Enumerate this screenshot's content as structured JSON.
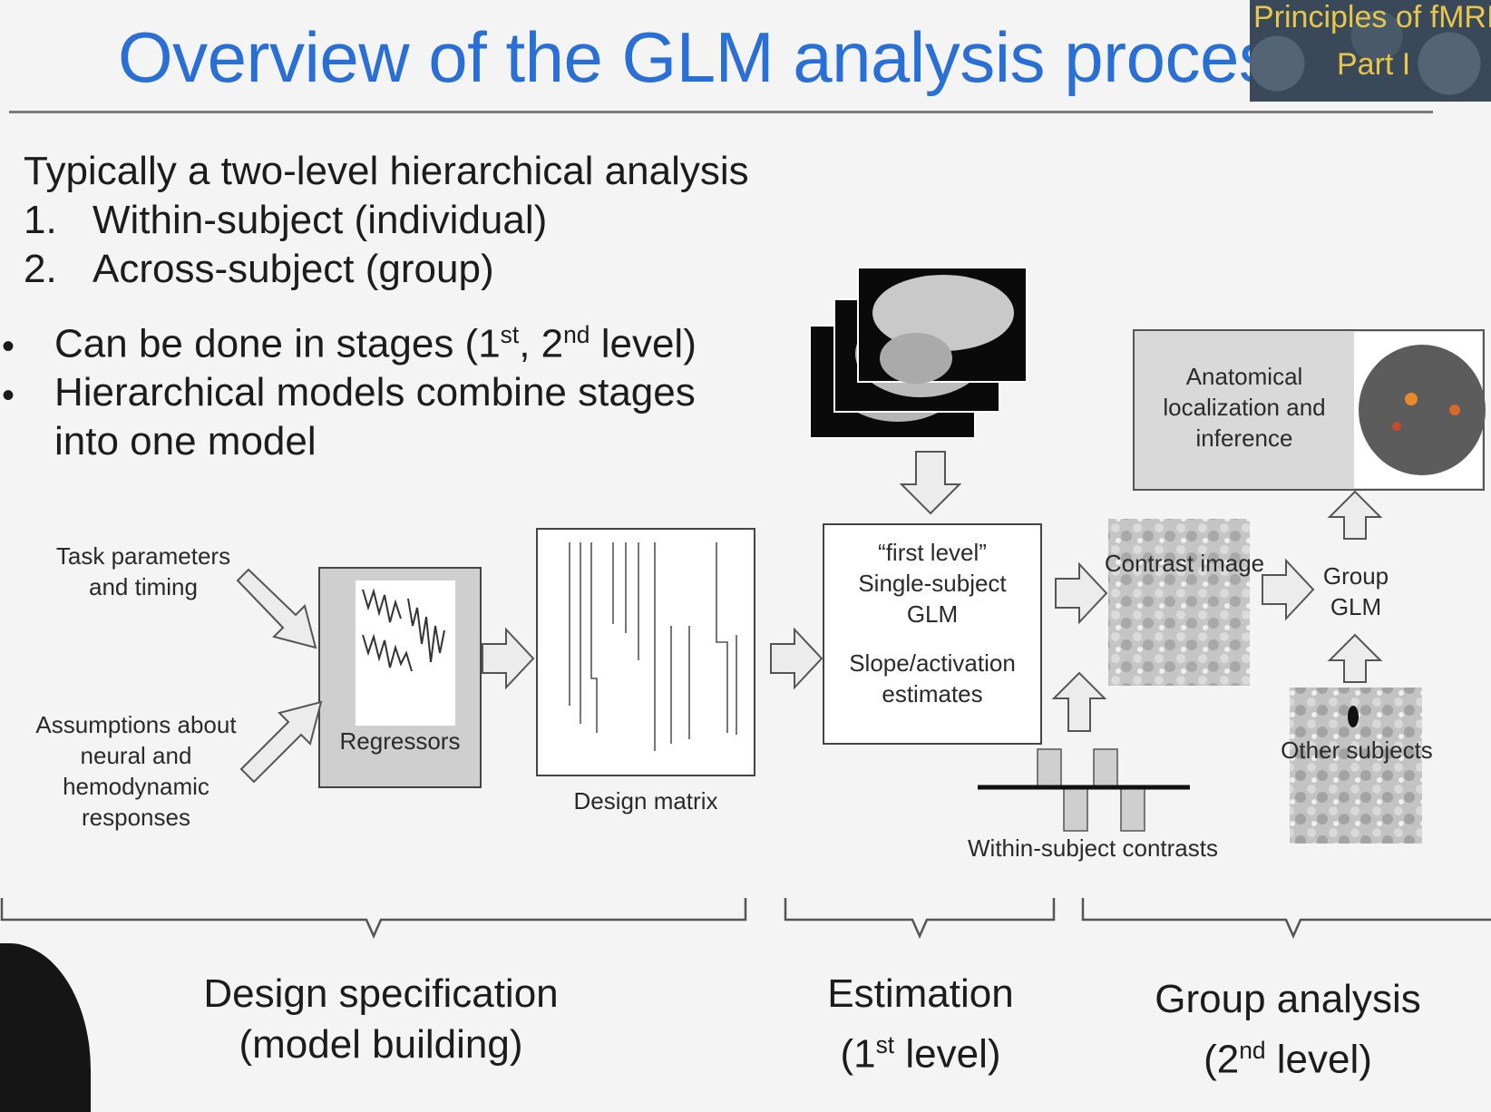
{
  "slide": {
    "title": "Overview of the GLM analysis process",
    "badge": {
      "line1": "Principles of fMRI",
      "line2": "Part I"
    }
  },
  "intro": {
    "heading": "Typically a two-level hierarchical analysis",
    "items": [
      {
        "num": "1.",
        "text": "Within-subject (individual)"
      },
      {
        "num": "2.",
        "text": "Across-subject (group)"
      }
    ],
    "bullets": [
      {
        "pre": "Can be done in stages (1",
        "sup1": "st",
        "mid": ", 2",
        "sup2": "nd",
        "post": " level)"
      },
      {
        "line1": "Hierarchical models combine stages",
        "line2": "into one model"
      }
    ]
  },
  "diagram": {
    "task_params": [
      "Task parameters",
      "and timing"
    ],
    "assumptions": [
      "Assumptions about",
      "neural and",
      "hemodynamic",
      "responses"
    ],
    "regressors_label": "Regressors",
    "design_matrix_label": "Design matrix",
    "glm_box": {
      "l1": "“first level”",
      "l2": "Single-subject",
      "l3": "GLM",
      "l4": "Slope/activation",
      "l5": "estimates"
    },
    "contrast_image_label": "Contrast image",
    "group_glm": [
      "Group",
      "GLM"
    ],
    "anatomical": [
      "Anatomical",
      "localization and",
      "inference"
    ],
    "other_subjects_label": "Other subjects",
    "within_contrasts_label": "Within-subject contrasts"
  },
  "stages": {
    "design": {
      "line1": "Design specification",
      "line2": "(model building)"
    },
    "estimation": {
      "line1": "Estimation",
      "pre": "(1",
      "sup": "st",
      "post": " level)"
    },
    "group": {
      "line1": "Group analysis",
      "pre": "(2",
      "sup": "nd",
      "post": " level)"
    }
  },
  "colors": {
    "title": "#2a6fd6",
    "badge_text": "#e8c64a",
    "arrow_fill": "#ececec",
    "arrow_stroke": "#555555"
  }
}
